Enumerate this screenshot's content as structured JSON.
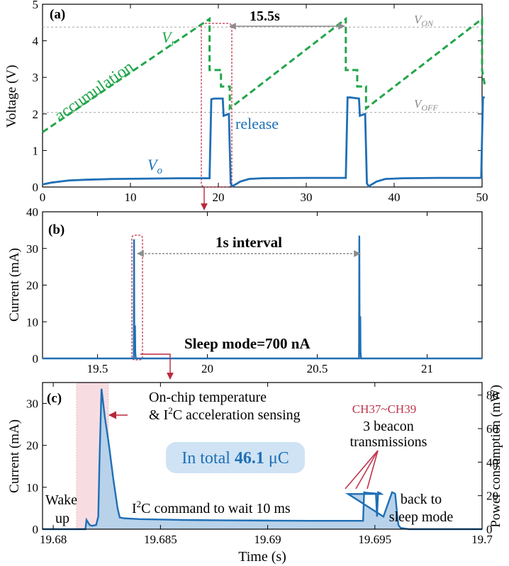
{
  "chart_data": [
    {
      "panel_label": "(a)",
      "type": "line",
      "ylabel": "Voltage (V)",
      "xlim": [
        0,
        50
      ],
      "ylim": [
        0,
        5
      ],
      "xticks": [
        0,
        10,
        20,
        30,
        40,
        50
      ],
      "yticks": [
        0,
        1,
        2,
        3,
        4,
        5
      ],
      "reference_lines": [
        {
          "label_main": "V",
          "label_sub": "ON",
          "y": 4.6
        },
        {
          "label_main": "V",
          "label_sub": "OFF",
          "y": 2.15
        }
      ],
      "series": [
        {
          "name_main": "V",
          "name_sub": "r",
          "style": "dashed",
          "color": "#22a64a",
          "x": [
            0,
            19,
            19,
            20.3,
            20.3,
            21.3,
            21.3,
            34.5,
            34.5,
            35.8,
            35.8,
            36.8,
            36.8,
            50,
            50,
            50.3
          ],
          "y": [
            1.5,
            4.6,
            3.2,
            3.2,
            2.75,
            2.75,
            2.15,
            4.6,
            3.2,
            3.2,
            2.75,
            2.75,
            2.15,
            4.6,
            3.2,
            2.8
          ]
        },
        {
          "name_main": "V",
          "name_sub": "o",
          "style": "solid",
          "color": "#1f6fb5",
          "x": [
            0,
            1,
            2,
            3,
            5,
            8,
            12,
            16,
            19,
            19.2,
            19.5,
            20.5,
            20.6,
            21.2,
            21.4,
            21.6,
            22.5,
            23.5,
            25,
            30,
            34.5,
            34.7,
            35.0,
            36.0,
            36.1,
            36.7,
            36.9,
            37.1,
            38,
            39,
            41,
            45,
            49.9,
            50.1,
            50.3
          ],
          "y": [
            0.07,
            0.12,
            0.15,
            0.18,
            0.2,
            0.22,
            0.23,
            0.24,
            0.24,
            2.4,
            2.42,
            2.42,
            1.95,
            2.0,
            0.1,
            0.02,
            0.15,
            0.22,
            0.24,
            0.25,
            0.25,
            2.45,
            2.45,
            2.42,
            1.95,
            2.0,
            0.1,
            0.02,
            0.15,
            0.22,
            0.24,
            0.25,
            0.25,
            2.45,
            2.45
          ]
        }
      ],
      "annotations": {
        "period": "15.5s",
        "accumulation": "accumulation",
        "release": "release"
      }
    },
    {
      "panel_label": "(b)",
      "type": "line",
      "ylabel": "Current (mA)",
      "xlim": [
        19.25,
        21.25
      ],
      "ylim": [
        0,
        40
      ],
      "xticks": [
        19.5,
        20,
        20.5,
        21
      ],
      "yticks": [
        0,
        10,
        20,
        30,
        40
      ],
      "series": [
        {
          "color": "#1f6fb5",
          "x": [
            19.25,
            19.665,
            19.6665,
            19.668,
            19.6695,
            19.671,
            19.672,
            19.6735,
            19.675,
            20.69,
            20.6915,
            20.693,
            20.6945,
            20.696,
            20.697,
            20.6985,
            20.7,
            21.25
          ],
          "y": [
            0,
            0,
            32.5,
            2,
            2,
            9,
            2,
            0.5,
            0,
            0,
            33.5,
            2,
            2,
            11.5,
            2,
            0.5,
            0,
            0
          ]
        }
      ],
      "annotations": {
        "interval": "1s interval",
        "sleep": "Sleep mode=700 nA"
      }
    },
    {
      "panel_label": "(c)",
      "type": "area",
      "xlabel": "Time (s)",
      "ylabel": "Current (mA)",
      "y2label": "Power consumption (mW)",
      "xlim": [
        19.6795,
        19.7
      ],
      "ylim": [
        0,
        35
      ],
      "y2lim": [
        0,
        87.5
      ],
      "xticks": [
        "19.68",
        "19.685",
        "19.69",
        "19.695",
        "19.7"
      ],
      "yticks": [
        0,
        10,
        20,
        30
      ],
      "y2ticks": [
        0,
        20,
        40,
        60,
        80
      ],
      "series": [
        {
          "color": "#1f6fb5",
          "x": [
            19.6795,
            19.6815,
            19.68155,
            19.6817,
            19.6818,
            19.6819,
            19.682,
            19.6821,
            19.68215,
            19.68225,
            19.6824,
            19.6826,
            19.6828,
            19.683,
            19.6831,
            19.6833,
            19.684,
            19.686,
            19.688,
            19.69,
            19.692,
            19.694,
            19.69445,
            19.6945,
            19.6946,
            19.69505,
            19.6951,
            19.69515,
            19.69525,
            19.6953,
            19.69375,
            19.6954,
            19.6958,
            19.6959,
            19.69595,
            19.69605,
            19.6961,
            19.6962,
            19.6966,
            19.7
          ],
          "y": [
            0,
            0,
            2.2,
            1.0,
            0.8,
            0.9,
            1.0,
            3.0,
            15,
            33.5,
            27,
            20,
            12,
            5,
            2.8,
            2.6,
            2.4,
            2.2,
            2.1,
            2.05,
            2.0,
            2.0,
            2.0,
            8.8,
            8.7,
            8.5,
            3.0,
            8.8,
            8.6,
            8.4,
            8.4,
            3.0,
            8.8,
            8.6,
            8.4,
            3.0,
            1.0,
            0.3,
            0,
            0
          ]
        }
      ],
      "annotations": {
        "sensing_line1": "On-chip temperature",
        "sensing_line2_a": "& I",
        "sensing_line2_sup": "2",
        "sensing_line2_b": "C acceleration sensing",
        "total_a": "In total ",
        "total_b": "46.1",
        "total_c": " μC",
        "channels": "CH37~CH39",
        "beacon_line1": "3 beacon",
        "beacon_line2": "transmissions",
        "wake_line1": "Wake",
        "wake_line2": "up",
        "wait_a": "I",
        "wait_sup": "2",
        "wait_b": "C command to wait 10 ms",
        "sleep_line1": "back to",
        "sleep_line2": "sleep mode"
      }
    }
  ],
  "colors": {
    "blue": "#1f6fb5",
    "green": "#22a64a",
    "red": "#c0344b",
    "fill": "#b8d2ea",
    "pink": "#f7dde2",
    "box": "#cfe3f4"
  }
}
